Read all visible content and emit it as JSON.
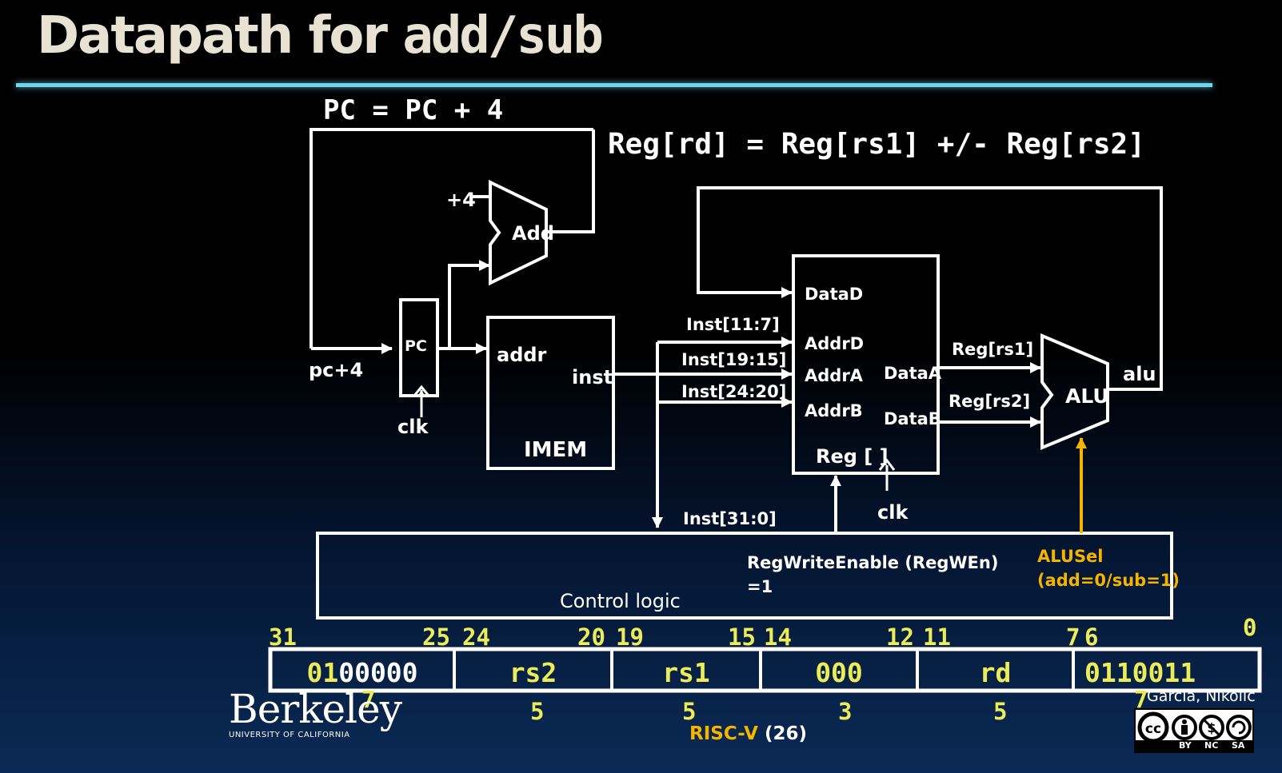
{
  "title": {
    "main": "Datapath for ",
    "code": "add/sub"
  },
  "equations": {
    "pc": "PC = PC + 4",
    "reg": "Reg[rd] = Reg[rs1] +/- Reg[rs2]"
  },
  "labels": {
    "plus4": "+4",
    "add": "Add",
    "pc": "PC",
    "pc_plus4": "pc+4",
    "clk1": "clk",
    "addr": "addr",
    "inst": "inst",
    "imem": "IMEM",
    "inst_11_7": "Inst[11:7]",
    "inst_19_15": "Inst[19:15]",
    "inst_24_20": "Inst[24:20]",
    "inst_31_0": "Inst[31:0]",
    "datad": "DataD",
    "addrd": "AddrD",
    "addra": "AddrA",
    "addrb": "AddrB",
    "dataa": "DataA",
    "datab": "DataB",
    "reg_file": "Reg [ ]",
    "clk2": "clk",
    "reg_rs1": "Reg[rs1]",
    "reg_rs2": "Reg[rs2]",
    "alu": "ALU",
    "alu_out": "alu",
    "regwen_line1": "RegWriteEnable (RegWEn)",
    "regwen_line2": "=1",
    "alusel_line1": "ALUSel",
    "alusel_line2": "(add=0/sub=1)",
    "control": "Control logic"
  },
  "colors": {
    "wire": "#ffffff",
    "control_signal": "#f5b400",
    "rule": "#6ed6ef",
    "bitfield_text": "#ecec58"
  },
  "instruction": {
    "bit_numbers": [
      "31",
      "25",
      "24",
      "20",
      "19",
      "15",
      "14",
      "12",
      "11",
      "7",
      "6",
      "0"
    ],
    "fields": [
      {
        "prefix": "01",
        "value": "00000"
      },
      {
        "prefix": "",
        "value": "rs2"
      },
      {
        "prefix": "",
        "value": "rs1"
      },
      {
        "prefix": "",
        "value": "000"
      },
      {
        "prefix": "",
        "value": "rd"
      },
      {
        "prefix": "",
        "value": "0110011"
      }
    ],
    "widths": [
      "7",
      "5",
      "5",
      "3",
      "5",
      "7"
    ]
  },
  "footer": {
    "logo": "Berkeley",
    "logo_sub": "UNIVERSITY OF CALIFORNIA",
    "course_prefix": "RISC-V",
    "course_num": "(26)",
    "author": "Garcia, Nikolić",
    "license": [
      "BY",
      "NC",
      "SA"
    ]
  }
}
